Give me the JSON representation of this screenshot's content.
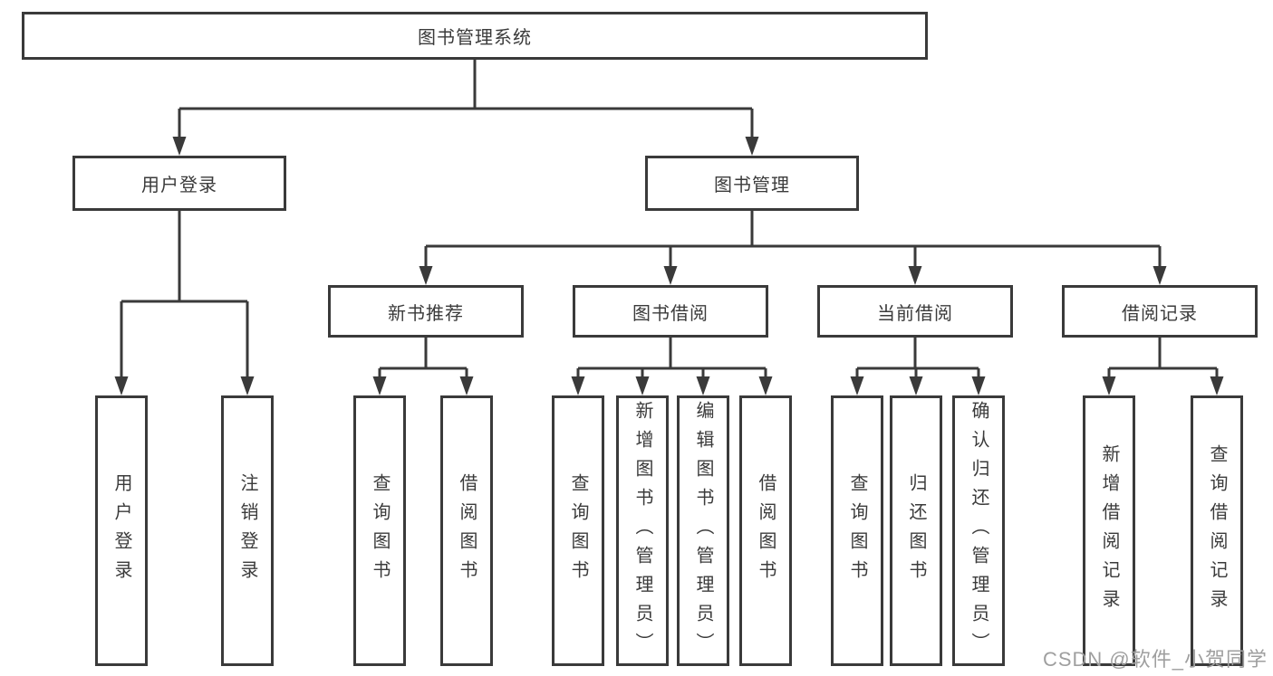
{
  "tree": {
    "label": "图书管理系统",
    "children": [
      {
        "label": "用户登录",
        "children": [
          {
            "label": "用户登录"
          },
          {
            "label": "注销登录"
          }
        ]
      },
      {
        "label": "图书管理",
        "children": [
          {
            "label": "新书推荐",
            "children": [
              {
                "label": "查询图书"
              },
              {
                "label": "借阅图书"
              }
            ]
          },
          {
            "label": "图书借阅",
            "children": [
              {
                "label": "查询图书"
              },
              {
                "label": "新增图书（管理员）"
              },
              {
                "label": "编辑图书（管理员）"
              },
              {
                "label": "借阅图书"
              }
            ]
          },
          {
            "label": "当前借阅",
            "children": [
              {
                "label": "查询图书"
              },
              {
                "label": "归还图书"
              },
              {
                "label": "确认归还（管理员）"
              }
            ]
          },
          {
            "label": "借阅记录",
            "children": [
              {
                "label": "新增借阅记录"
              },
              {
                "label": "查询借阅记录"
              }
            ]
          }
        ]
      }
    ]
  },
  "watermark": {
    "text": "CSDN @软件_小贺同学"
  },
  "colors": {
    "line": "#3a3a3a",
    "box_border": "#3a3a3a",
    "text": "#3b3b3b",
    "watermark": "#9f9f9f",
    "background": "#ffffff"
  }
}
